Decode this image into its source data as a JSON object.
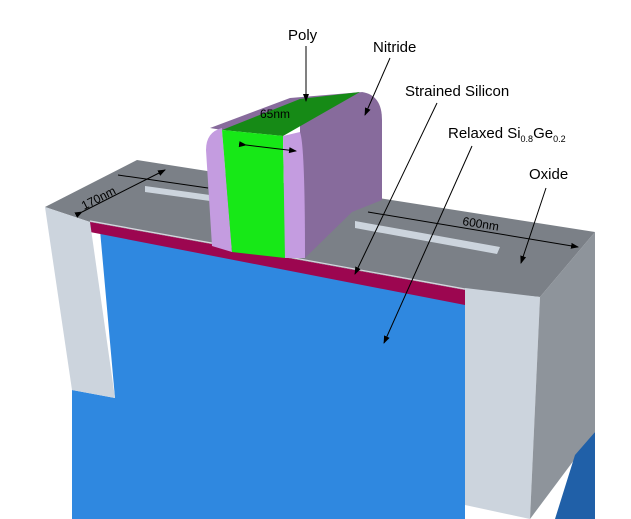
{
  "title": "Strained silicon transistor cross-section",
  "labels": {
    "poly": "Poly",
    "nitride": "Nitride",
    "strained_silicon": "Strained Silicon",
    "relaxed_prefix": "Relaxed Si",
    "relaxed_si_sub": "0.8",
    "relaxed_ge": "Ge",
    "relaxed_ge_sub": "0.2",
    "oxide": "Oxide"
  },
  "dimensions": {
    "gate_length": "65nm",
    "left_width": "170nm",
    "right_length": "600nm"
  },
  "colors": {
    "poly": "#17e817",
    "poly_top": "#168a16",
    "nitride_light": "#c49ce0",
    "nitride_dark": "#876b9c",
    "strained_si": "#9c0650",
    "sige": "#2f88e0",
    "sige_dark": "#2060a8",
    "oxide_top": "#7b8087",
    "oxide_front": "#ccd4dd",
    "oxide_side": "#8e949b"
  }
}
